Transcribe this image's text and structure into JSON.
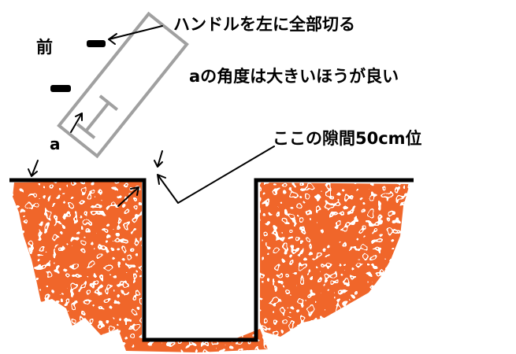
{
  "labels": {
    "front": "前",
    "steering": "ハンドルを左に全部切る",
    "angle_note": "aの角度は大きいほうが良い",
    "gap_note": "ここの隙間50cm位",
    "angle_a": "a"
  },
  "colors": {
    "ground": "#f0662a",
    "line": "#000000",
    "car_outline": "#a0a0a0",
    "tire": "#000000"
  }
}
